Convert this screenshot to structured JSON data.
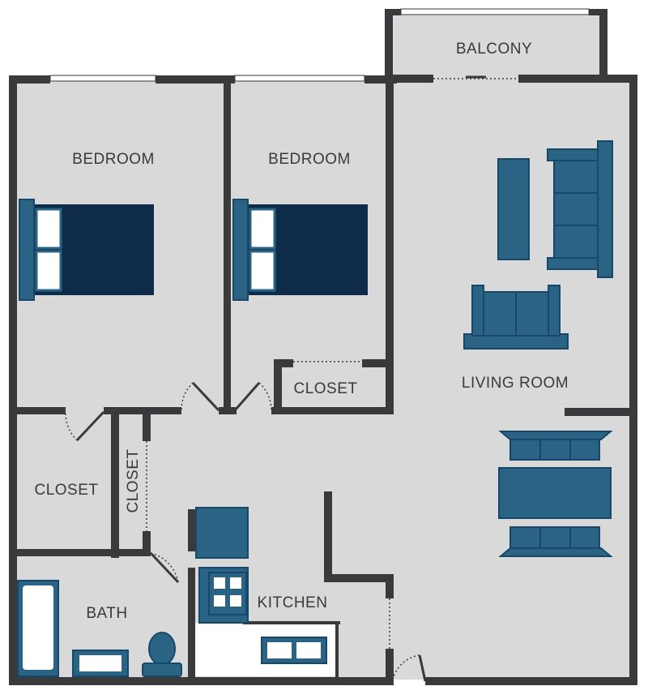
{
  "rooms": {
    "balcony": "BALCONY",
    "bedroom_1": "BEDROOM",
    "bedroom_2": "BEDROOM",
    "closet_bedroom_2": "CLOSET",
    "living_room": "LIVING ROOM",
    "closet_bedroom_1": "CLOSET",
    "closet_hall": "CLOSET",
    "bath": "BATH",
    "kitchen": "KITCHEN"
  },
  "colors": {
    "wall": "#3a3a3c",
    "floor": "#d9d9da",
    "furniture": "#2a6384",
    "bed": "#0f2b4a"
  }
}
